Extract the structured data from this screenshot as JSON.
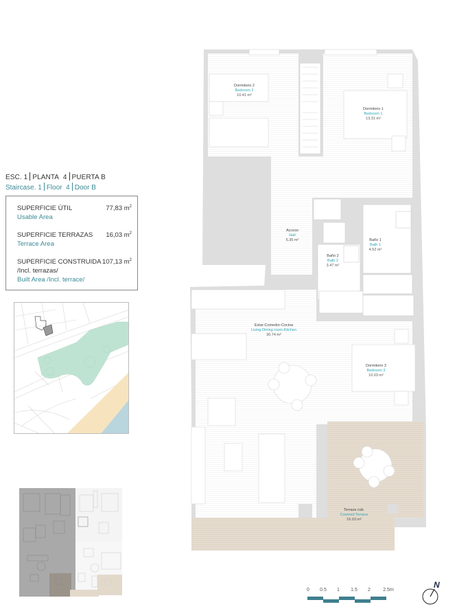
{
  "header": {
    "es": {
      "esc_label": "ESC.",
      "esc_value": "1",
      "planta_label": "PLANTA",
      "planta_value": "4",
      "puerta_label": "PUERTA",
      "puerta_value": "B"
    },
    "en": {
      "staircase_label": "Staircase.",
      "staircase_value": "1",
      "floor_label": "Floor",
      "floor_value": "4",
      "door_label": "Door",
      "door_value": "B"
    }
  },
  "areas": [
    {
      "label_es": "SUPERFICIE ÚTIL",
      "label_es2": "",
      "label_en": "Usable Area",
      "value": "77,83 m",
      "unit_sup": "2"
    },
    {
      "label_es": "SUPERFICIE TERRAZAS",
      "label_es2": "",
      "label_en": "Terrace Area",
      "value": "16,03 m",
      "unit_sup": "2"
    },
    {
      "label_es": "SUPERFICIE CONSTRUIDA",
      "label_es2": "/Incl. terrazas/",
      "label_en": "Built Area /Incl. terrace/",
      "value": "107,13 m",
      "unit_sup": "2"
    }
  ],
  "rooms": [
    {
      "es": "Dormitorio 2",
      "en": "Bedroom 2",
      "area": "10.41 m²"
    },
    {
      "es": "Dormitorio 1",
      "en": "Bedroom 1",
      "area": "13.31 m²"
    },
    {
      "es": "Acceso",
      "en": "Hall",
      "area": "5.35 m²"
    },
    {
      "es": "Baño 1",
      "en": "Bath 1",
      "area": "4.52 m²"
    },
    {
      "es": "Baño 2",
      "en": "Bath 2",
      "area": "3.47 m²"
    },
    {
      "es": "Estar-Comedor-Cocina",
      "en": "Living-Dining room-Kitchen",
      "area": "30.74 m²"
    },
    {
      "es": "Dormitorio 3",
      "en": "Bedroom 3",
      "area": "10.03 m²"
    },
    {
      "es": "Terraza cub.",
      "en": "Covered Terrace",
      "area": "16.03 m²"
    }
  ],
  "scale": {
    "ticks": [
      "0",
      "0.5",
      "1",
      "1.5",
      "2",
      "2.5m"
    ],
    "color": "#3f7f8f"
  },
  "north": {
    "label": "N"
  },
  "colors": {
    "teal_text": "#3a8a96",
    "room_en": "#2aa7b8",
    "wall": "#dedede",
    "terrace": "#e3d9cb",
    "park": "#bfe3d2",
    "beach": "#f7e4bf",
    "sea": "#b9d6df"
  }
}
